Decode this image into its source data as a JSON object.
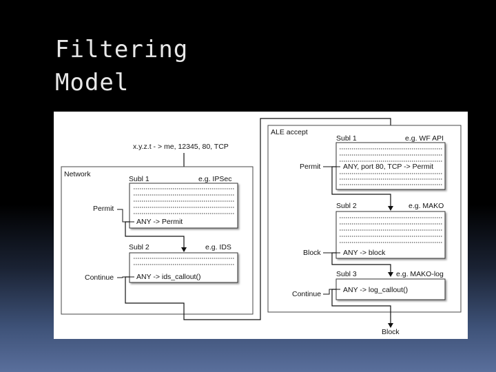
{
  "slide": {
    "title_line1": "Filtering",
    "title_line2": "Model"
  },
  "diagram": {
    "packet_label": "x.y.z.t - > me, 12345, 80, TCP",
    "network": {
      "title": "Network",
      "sublayer1": {
        "name": "Subl 1",
        "example": "e.g. IPSec",
        "rule": "ANY -> Permit",
        "action": "Permit"
      },
      "sublayer2": {
        "name": "Subl 2",
        "example": "e.g. IDS",
        "rule": "ANY -> ids_callout()",
        "action": "Continue"
      }
    },
    "ale": {
      "title": "ALE accept",
      "sublayer1": {
        "name": "Subl 1",
        "example": "e.g. WF API",
        "rule": "ANY, port 80, TCP -> Permit",
        "action": "Permit"
      },
      "sublayer2": {
        "name": "Subl 2",
        "example": "e.g. MAKO",
        "rule": "ANY -> block",
        "action": "Block"
      },
      "sublayer3": {
        "name": "Subl 3",
        "example": "e.g. MAKO-log",
        "rule": "ANY -> log_callout()",
        "action": "Continue"
      }
    },
    "final_result": "Block"
  }
}
